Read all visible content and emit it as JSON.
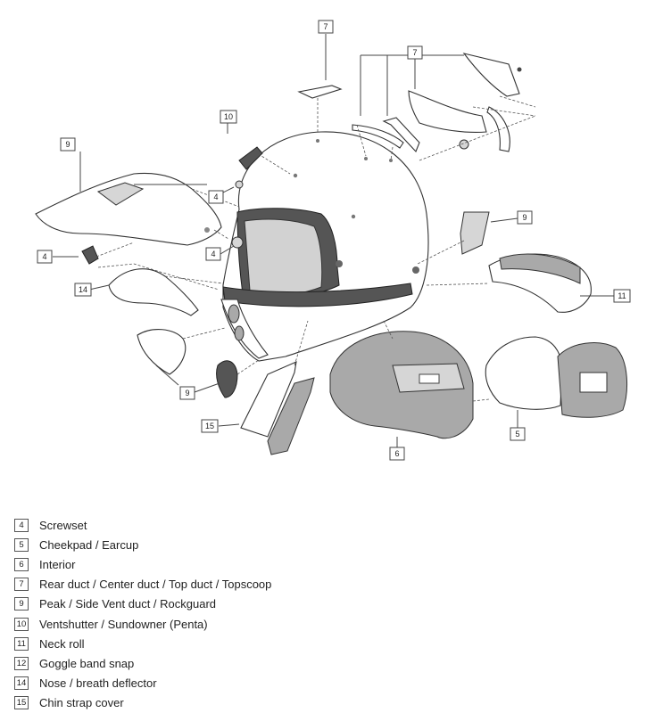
{
  "callouts": {
    "c7a": "7",
    "c7b": "7",
    "c10": "10",
    "c9a": "9",
    "c4a": "4",
    "c4b": "4",
    "c4c": "4",
    "c9b": "9",
    "c14": "14",
    "c11": "11",
    "c9c": "9",
    "c15": "15",
    "c6": "6",
    "c5": "5"
  },
  "legend": [
    {
      "num": "4",
      "label": "Screwset"
    },
    {
      "num": "5",
      "label": "Cheekpad / Earcup"
    },
    {
      "num": "6",
      "label": "Interior"
    },
    {
      "num": "7",
      "label": "Rear duct / Center duct / Top duct / Topscoop"
    },
    {
      "num": "9",
      "label": "Peak / Side Vent duct / Rockguard"
    },
    {
      "num": "10",
      "label": "Ventshutter / Sundowner (Penta)"
    },
    {
      "num": "11",
      "label": "Neck roll"
    },
    {
      "num": "12",
      "label": "Goggle band snap"
    },
    {
      "num": "14",
      "label": "Nose / breath deflector"
    },
    {
      "num": "15",
      "label": "Chin strap cover"
    }
  ],
  "colors": {
    "line": "#444444",
    "interior_grey": "#a9a9a9",
    "light_grey": "#d6d6d6"
  }
}
